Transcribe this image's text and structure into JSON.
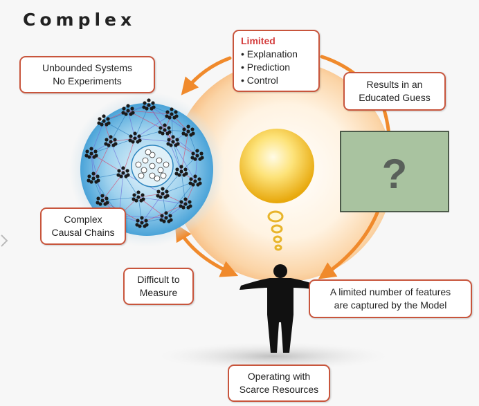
{
  "title": "Complex",
  "callouts": {
    "limited": {
      "heading": "Limited",
      "items": [
        "• Explanation",
        "• Prediction",
        "• Control"
      ]
    },
    "unbounded": {
      "lines": [
        "Unbounded Systems",
        "No Experiments"
      ]
    },
    "results": {
      "lines": [
        "Results in an",
        "Educated Guess"
      ]
    },
    "complex_chains": {
      "lines": [
        "Complex",
        "Causal Chains"
      ]
    },
    "difficult": {
      "lines": [
        "Difficult to",
        "Measure"
      ]
    },
    "features": {
      "lines": [
        "A limited number of features",
        "are captured by the Model"
      ]
    },
    "scarce": {
      "lines": [
        "Operating with",
        "Scarce Resources"
      ]
    }
  },
  "model_box": {
    "symbol": "?"
  },
  "colors": {
    "accent_border": "#c8553c",
    "heading_red": "#d43d3d",
    "arrow_orange": "#f08a2c",
    "network_blue": "#4aa3d8",
    "sun_gold": "#f2b820",
    "model_green": "#a9c3a0"
  }
}
